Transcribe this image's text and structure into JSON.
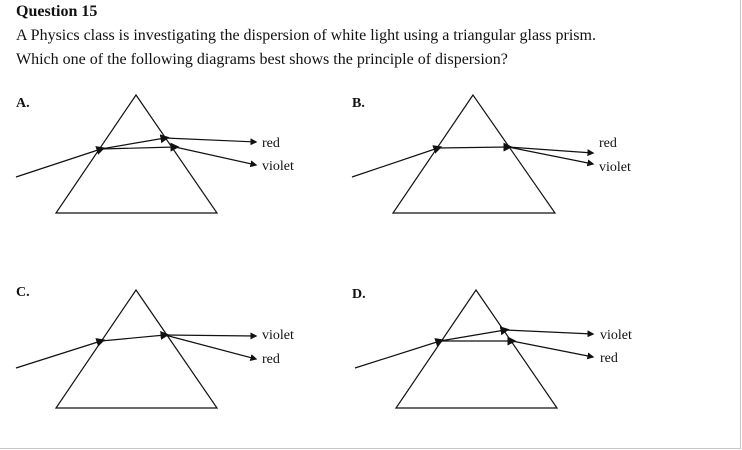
{
  "question": {
    "title": "Question 15",
    "line1": "A Physics class is investigating the dispersion of white light using a triangular glass prism.",
    "line2": "Which one of the following diagrams best shows the principle of dispersion?"
  },
  "options": [
    {
      "letter": "A.",
      "upper_ray_label": "red",
      "lower_ray_label": "violet"
    },
    {
      "letter": "B.",
      "upper_ray_label": "red",
      "lower_ray_label": "violet"
    },
    {
      "letter": "C.",
      "upper_ray_label": "violet",
      "lower_ray_label": "red"
    },
    {
      "letter": "D.",
      "upper_ray_label": "violet",
      "lower_ray_label": "red"
    }
  ],
  "colors": {
    "line": "#111111",
    "frame": "#c8c8c8"
  }
}
